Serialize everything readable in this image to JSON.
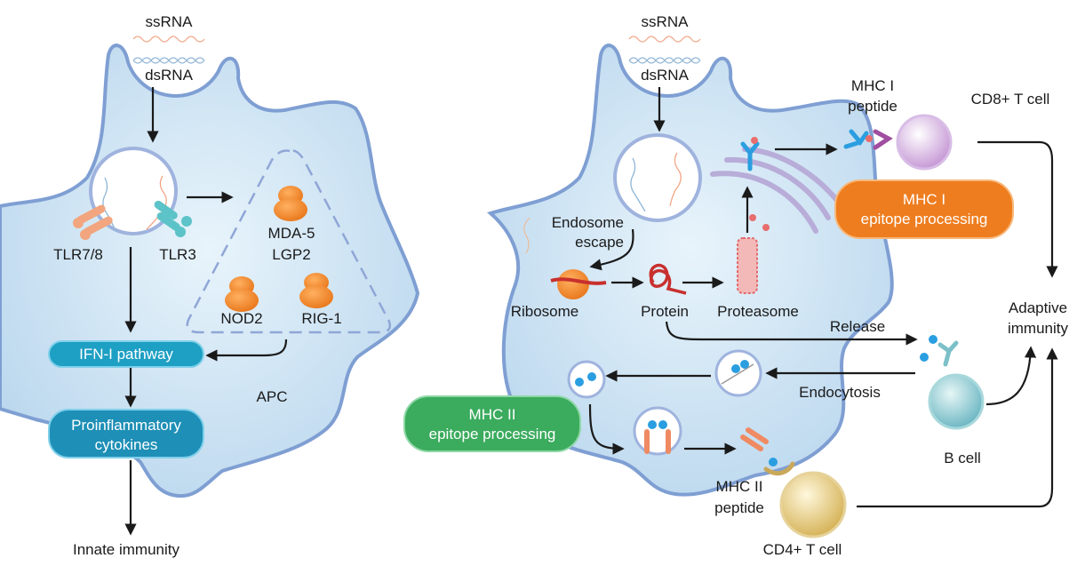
{
  "left_panel": {
    "ssrna": "ssRNA",
    "dsrna": "dsRNA",
    "tlr78": "TLR7/8",
    "tlr3": "TLR3",
    "mda5": "MDA-5",
    "lgp2": "LGP2",
    "nod2": "NOD2",
    "rig1": "RIG-1",
    "ifn_pathway": "IFN-I pathway",
    "cytokines_line1": "Proinflammatory",
    "cytokines_line2": "cytokines",
    "apc": "APC",
    "innate": "Innate immunity"
  },
  "right_panel": {
    "ssrna": "ssRNA",
    "dsrna": "dsRNA",
    "endosome_line1": "Endosome",
    "endosome_line2": "escape",
    "ribosome": "Ribosome",
    "protein": "Protein",
    "proteasome": "Proteasome",
    "mhc1_peptide_line1": "MHC I",
    "mhc1_peptide_line2": "peptide",
    "cd8": "CD8+ T cell",
    "mhc1_proc_line1": "MHC I",
    "mhc1_proc_line2": "epitope processing",
    "adaptive_line1": "Adaptive",
    "adaptive_line2": "immunity",
    "release": "Release",
    "endocytosis": "Endocytosis",
    "mhc2_proc_line1": "MHC II",
    "mhc2_proc_line2": "epitope processing",
    "b_cell": "B cell",
    "mhc2_peptide_line1": "MHC II",
    "mhc2_peptide_line2": "peptide",
    "cd4": "CD4+ T cell"
  },
  "colors": {
    "cell_fill": "#cfe6f5",
    "cell_border": "#7f9fd3",
    "teal_pill": "#1e9fc4",
    "orange_pill": "#ee7d1f",
    "green_pill": "#3bab5e",
    "sensor_orange": "#f08a24",
    "golgi": "#b8acd8"
  }
}
